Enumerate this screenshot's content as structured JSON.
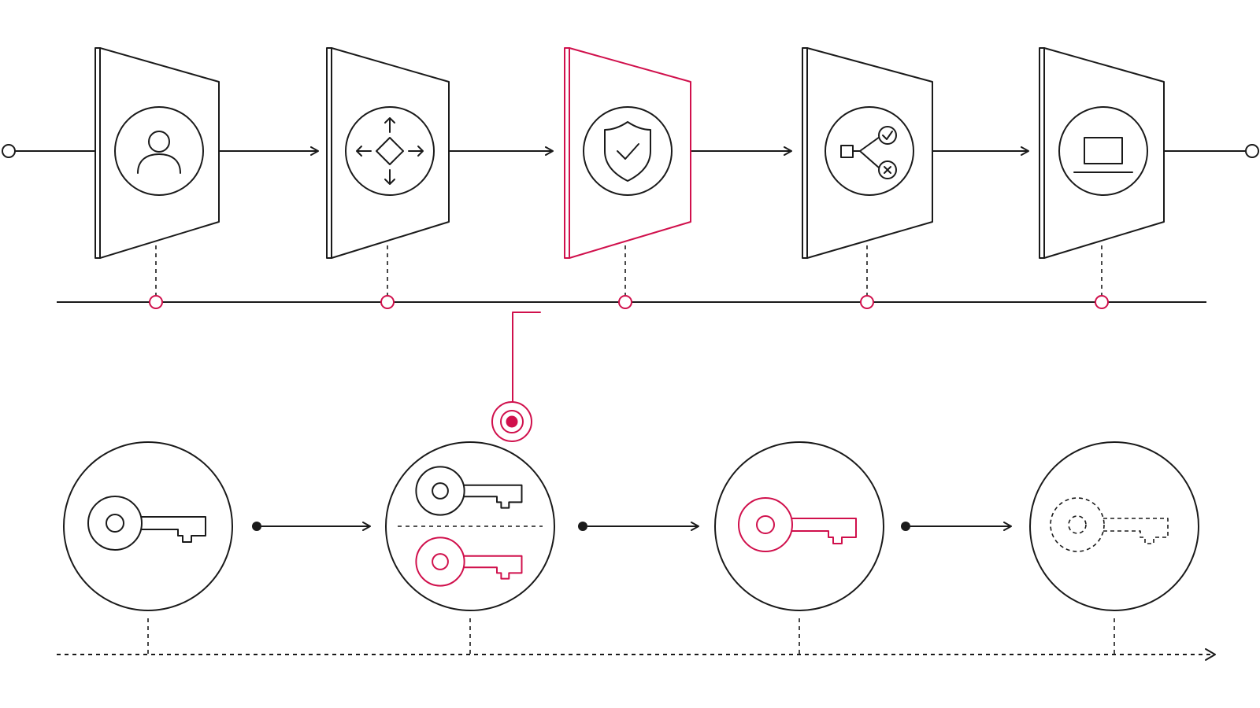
{
  "colors": {
    "ink": "#1a1a1a",
    "accent": "#d0104c",
    "background": "#ffffff"
  },
  "pipeline": {
    "stages": [
      {
        "icon": "user-icon",
        "highlighted": false
      },
      {
        "icon": "routing-arrows-icon",
        "highlighted": false
      },
      {
        "icon": "shield-check-icon",
        "highlighted": true
      },
      {
        "icon": "decision-branch-icon",
        "highlighted": false
      },
      {
        "icon": "laptop-icon",
        "highlighted": false
      }
    ]
  },
  "key_lifecycle": {
    "steps": [
      {
        "icon": "key-icon",
        "state": "current key"
      },
      {
        "icon": "key-pair-icon",
        "state": "old and new keys",
        "marked": true
      },
      {
        "icon": "key-icon",
        "state": "new key"
      },
      {
        "icon": "key-dashed-icon",
        "state": "retired key"
      }
    ]
  }
}
